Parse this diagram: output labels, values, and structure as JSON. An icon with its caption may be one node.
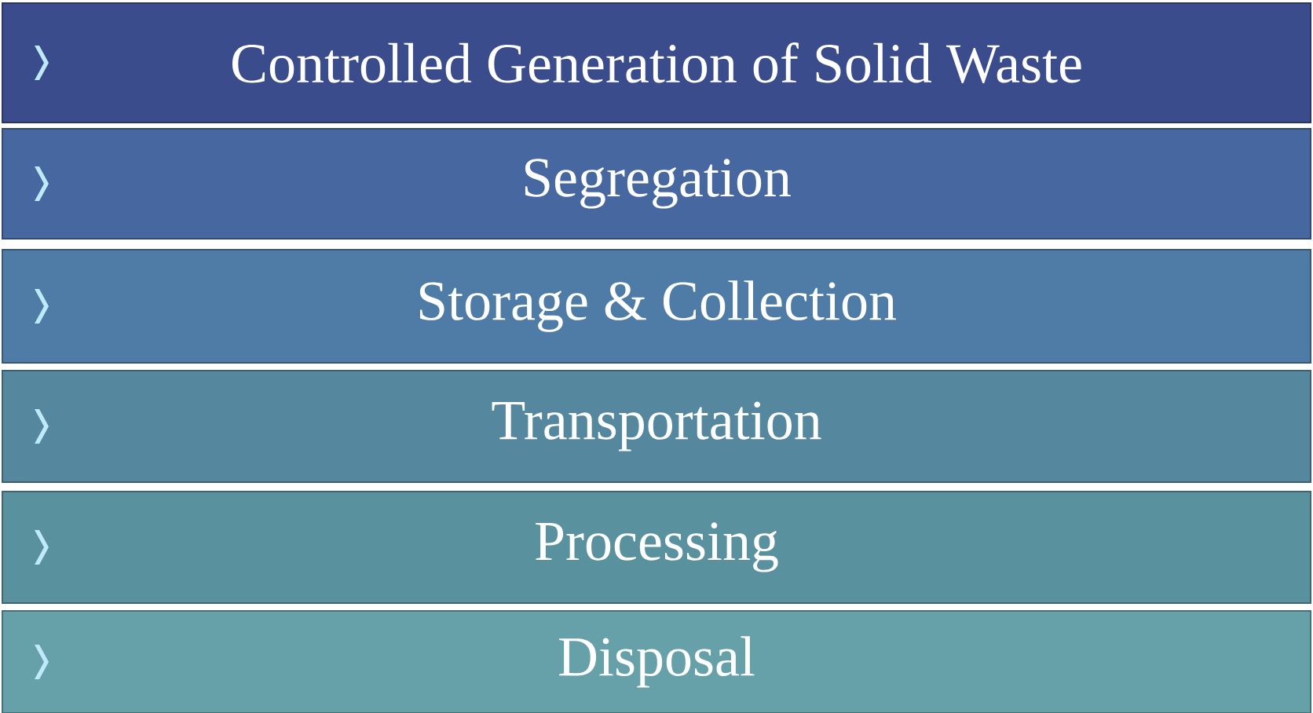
{
  "diagram": {
    "nodes": [
      {
        "text": [
          "Controlled Generation of Solid Waste"
        ]
      },
      {
        "text": [
          "Segregation"
        ]
      },
      {
        "text": [
          "Storage & Collection"
        ]
      },
      {
        "text": [
          "Transportation"
        ]
      },
      {
        "text": [
          "Processing"
        ]
      },
      {
        "text": [
          "Disposal"
        ]
      }
    ]
  }
}
